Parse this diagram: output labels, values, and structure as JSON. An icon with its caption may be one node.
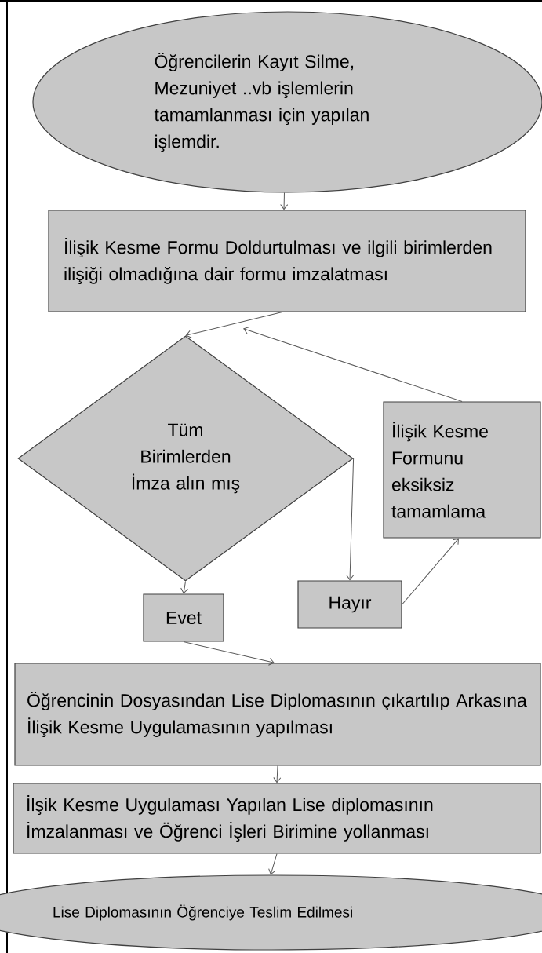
{
  "diagram": {
    "nodes": [
      {
        "text": [
          "Öğrencilerin Kayıt Silme, Mezuniyet ..vb işlemlerin tamamlanması için yapılan işlemdir."
        ]
      },
      {
        "text": [
          "İlişik Kesme Formu Doldurtulması ve ilgili birimlerden ilişiği olmadığına dair formu imzalatması"
        ]
      },
      {
        "text": [
          "Tüm Birimlerden İmza alın mış"
        ]
      },
      {
        "text": [
          "İlişik Kesme Formunu eksiksiz tamamlama"
        ]
      },
      {
        "text": [
          "Evet"
        ]
      },
      {
        "text": [
          "Hayır"
        ]
      },
      {
        "text": [
          "Öğrencinin Dosyasından Lise Diplomasının çıkartılıp Arkasına İlişik Kesme Uygulamasının yapılması"
        ]
      },
      {
        "text": [
          "İlşik Kesme Uygulaması Yapılan Lise diplomasının İmzalanması ve Öğrenci İşleri Birimine yollanması"
        ]
      },
      {
        "text": [
          "Lise Diplomasının Öğrenciye Teslim Edilmesi"
        ]
      }
    ],
    "edges": [
      {
        "from": 0,
        "to": 1,
        "arrow": "to"
      },
      {
        "from": 1,
        "to": 2,
        "arrow": "to"
      },
      {
        "from": 3,
        "to": 1,
        "arrow": "to"
      },
      {
        "from": 2,
        "to": 4,
        "arrow": "to"
      },
      {
        "from": 2,
        "to": 5,
        "arrow": "to"
      },
      {
        "from": 5,
        "to": 3,
        "arrow": "to"
      },
      {
        "from": 4,
        "to": 6,
        "arrow": "to"
      },
      {
        "from": 6,
        "to": 7,
        "arrow": "to"
      },
      {
        "from": 7,
        "to": 8,
        "arrow": "to"
      }
    ]
  }
}
